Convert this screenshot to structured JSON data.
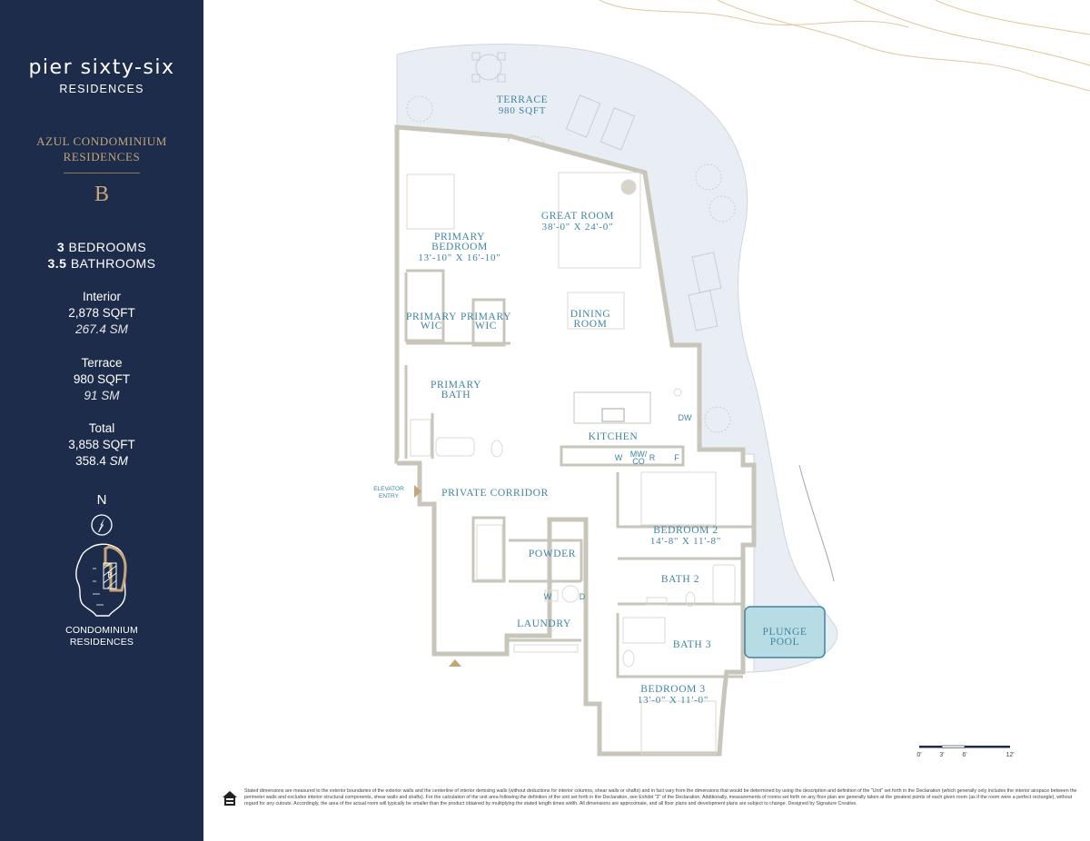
{
  "sidebar": {
    "brand_name": "pier sixty-six",
    "brand_sub": "RESIDENCES",
    "collection_line1": "AZUL CONDOMINIUM",
    "collection_line2": "RESIDENCES",
    "unit": "B",
    "bedrooms_count": "3",
    "bedrooms_label": "BEDROOMS",
    "bathrooms_count": "3.5",
    "bathrooms_label": "BATHROOMS",
    "interior": {
      "label": "Interior",
      "sqft": "2,878 SQFT",
      "sm": "267.4 SM"
    },
    "terrace": {
      "label": "Terrace",
      "sqft": "980 SQFT",
      "sm": "91 SM"
    },
    "total": {
      "label": "Total",
      "sqft": "3,858 SQFT",
      "sm_num": "358.4",
      "sm_unit": "SM"
    },
    "north": "N",
    "keyplan_unit": "B",
    "keyplan_label_line1": "CONDOMINIUM",
    "keyplan_label_line2": "RESIDENCES"
  },
  "rooms": {
    "terrace": {
      "name": "TERRACE",
      "dim": "980 SQFT"
    },
    "great_room": {
      "name": "GREAT ROOM",
      "dim": "38'-0\" X 24'-0\""
    },
    "primary_bedroom": {
      "name1": "PRIMARY",
      "name2": "BEDROOM",
      "dim": "13'-10\" X 16'-10\""
    },
    "primary_wic_left": {
      "name1": "PRIMARY",
      "name2": "WIC"
    },
    "primary_wic_right": {
      "name1": "PRIMARY",
      "name2": "WIC"
    },
    "dining": {
      "name1": "DINING",
      "name2": "ROOM"
    },
    "primary_bath": {
      "name1": "PRIMARY",
      "name2": "BATH"
    },
    "kitchen": {
      "name": "KITCHEN"
    },
    "dw": "DW",
    "w": "W",
    "mw_co": {
      "l1": "MW/",
      "l2": "CO"
    },
    "r": "R",
    "f": "F",
    "elevator": {
      "l1": "ELEVATOR",
      "l2": "ENTRY"
    },
    "corridor": {
      "name": "PRIVATE CORRIDOR"
    },
    "bedroom2": {
      "name": "BEDROOM 2",
      "dim": "14'-8\" X 11'-8\""
    },
    "powder": {
      "name": "POWDER"
    },
    "bath2": {
      "name": "BATH 2"
    },
    "laundry": {
      "name": "LAUNDRY",
      "w": "W",
      "d": "D"
    },
    "plunge_pool": {
      "name1": "PLUNGE",
      "name2": "POOL"
    },
    "bath3": {
      "name": "BATH 3"
    },
    "bedroom3": {
      "name": "BEDROOM 3",
      "dim": "13'-0\" X 11'-0\""
    }
  },
  "scale": {
    "t0": "0'",
    "t1": "3'",
    "t2": "6'",
    "t3": "12'"
  },
  "disclaimer": "Stated dimensions are measured to the exterior boundaries of the exterior walls and the centerline of interior demising walls (without deductions for interior columns, shear walls or shafts) and in fact vary from the dimensions that would be determined by using the description and definition of the \"Unit\" set forth in the Declaration (which generally only includes the interior airspace between the perimeter walls and excludes interior structural components, shear walls and shafts). For the calculation of the unit area following the definition of the unit set forth in the Declaration, see Exhibit \"3\" of the Declaration. Additionally, measurements of rooms set forth on any floor plan are generally taken at the greatest points of each given room (as if the room were a perfect rectangle), without regard for any cutouts. Accordingly, the area of the actual room will typically be smaller than the product obtained by multiplying the stated length times width. All dimensions are approximate, and all floor plans and development plans are subject to change. Designed by Signature Creative.",
  "colors": {
    "sidebar_bg": "#1d2c4b",
    "accent_gold": "#c4a67a",
    "label_blue": "#3f84a3",
    "terrace_fill": "#e8eef4",
    "pool_fill": "#b7dce4",
    "wall": "#c8c5bb"
  }
}
